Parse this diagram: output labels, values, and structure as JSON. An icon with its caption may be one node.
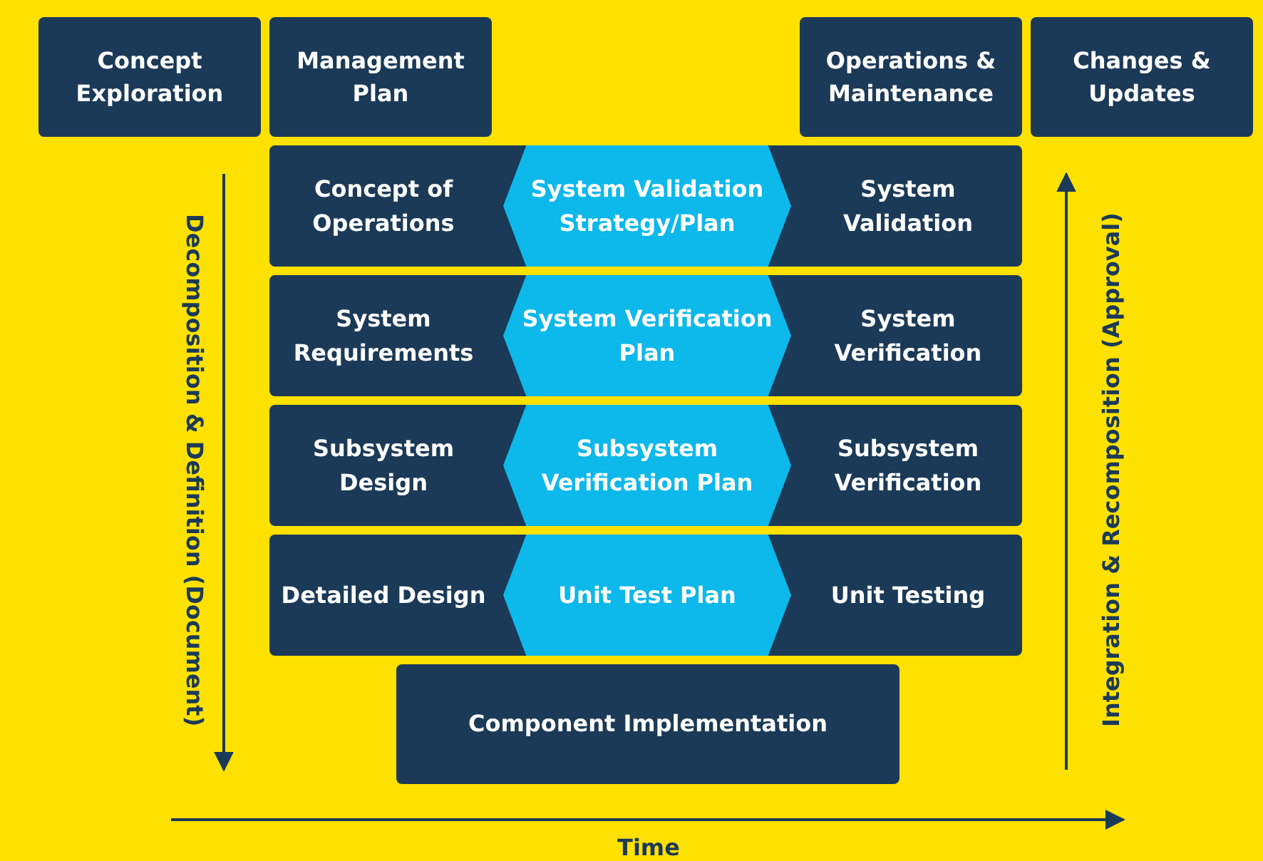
{
  "diagram": {
    "nodes": [
      {
        "text": [
          "Concept Exploration"
        ]
      },
      {
        "text": [
          "Management Plan"
        ]
      },
      {
        "text": [
          "Operations & Maintenance"
        ]
      },
      {
        "text": [
          "Changes & Updates"
        ]
      },
      {
        "text": [
          "Concept of Operations",
          "System Validation"
        ]
      },
      {
        "text": [
          "System Validation Strategy/Plan"
        ],
        "in": 4
      },
      {
        "text": [
          "System Requirements",
          "System Verification"
        ]
      },
      {
        "text": [
          "System Verification Plan"
        ],
        "in": 6
      },
      {
        "text": [
          "Subsystem Design",
          "Subsystem Verification"
        ]
      },
      {
        "text": [
          "Subsystem Verification Plan"
        ],
        "in": 8
      },
      {
        "text": [
          "Detailed Design",
          "Unit Testing"
        ]
      },
      {
        "text": [
          "Unit Test Plan"
        ],
        "in": 10
      },
      {
        "text": [
          "Component Implementation"
        ]
      }
    ],
    "labels": [
      "Decomposition & Definition (Document)",
      "Integration & Recomposition (Approval)",
      "Time"
    ]
  }
}
